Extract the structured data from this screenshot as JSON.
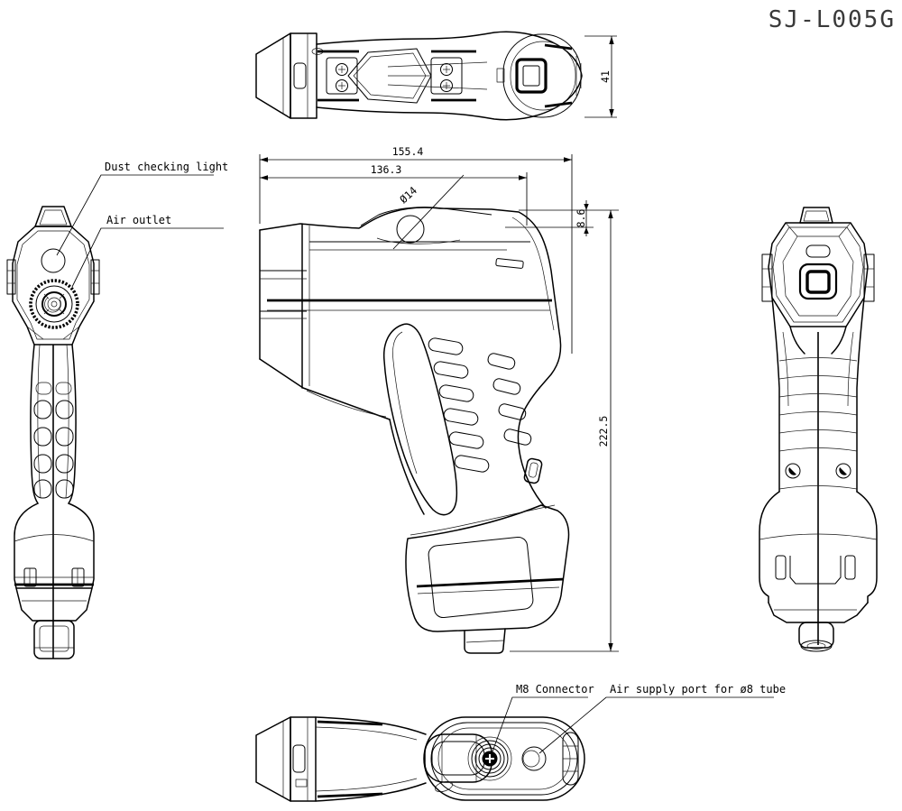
{
  "title": "SJ-L005G",
  "annotations": {
    "dust_checking_light": "Dust checking light",
    "air_outlet": "Air outlet",
    "m8_connector": "M8 Connector",
    "air_supply_port": "Air supply port for ø8 tube"
  },
  "dimensions": {
    "overall_length": "155.4",
    "body_length": "136.3",
    "hang_hole_diameter": "Ø14",
    "head_width": "41",
    "hole_offset": "8.6",
    "overall_height": "222.5"
  },
  "colors": {
    "line": "#000000",
    "background": "#ffffff",
    "title_text": "#3a3a3a"
  }
}
